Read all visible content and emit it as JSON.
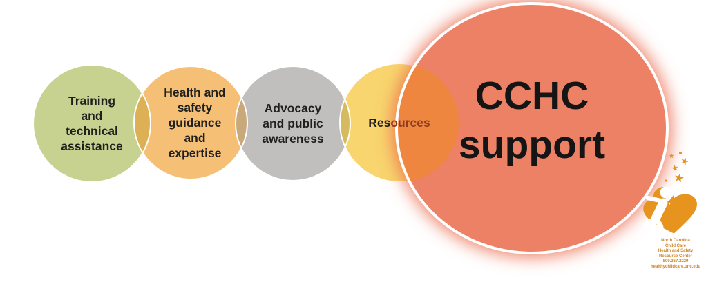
{
  "diagram": {
    "circles": {
      "training": {
        "lines": [
          "Training",
          "and",
          "technical",
          "assistance"
        ],
        "color": "#c7d290"
      },
      "health": {
        "lines": [
          "Health and",
          "safety",
          "guidance",
          "and",
          "expertise"
        ],
        "color": "#f5bf76"
      },
      "advocacy": {
        "lines": [
          "Advocacy",
          "and public",
          "awareness"
        ],
        "color": "#c0bfbd"
      },
      "resources": {
        "label_start": "Res",
        "label_end": "ources",
        "color": "#f8d56e"
      },
      "cchc": {
        "lines": [
          "CCHC",
          "support"
        ],
        "color": "#ec8166"
      }
    },
    "overlap_colors": {
      "training_health": "#ddb055",
      "health_advocacy": "#c9a87a",
      "advocacy_resources": "#d5ba60",
      "resources_cchc": "#ee8640"
    },
    "outline_color": "#ffffff",
    "glow_color": "#eb6a4a"
  },
  "logo": {
    "heart_color": "#e6941e",
    "star_color": "#e6941e",
    "figure_color": "#ffffff",
    "lines": [
      "North Carolina",
      "Child Care",
      "Health and Safety",
      "Resource Center",
      "800.367.2229",
      "healthychildcare.unc.edu"
    ]
  }
}
